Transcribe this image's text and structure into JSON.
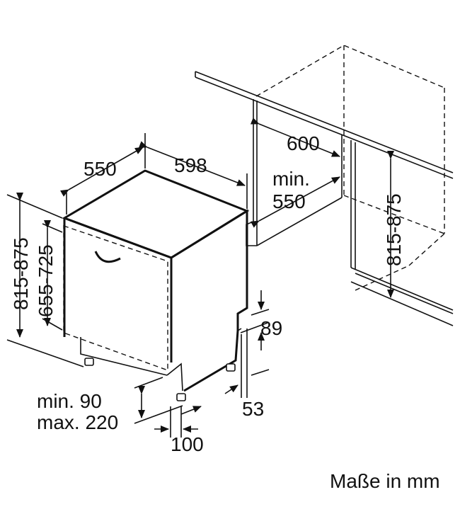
{
  "dimensions": {
    "depth": "550",
    "width": "598",
    "niche_width": "600",
    "niche_depth_line1": "min.",
    "niche_depth_line2": "550",
    "total_height": "815-875",
    "body_height": "655-725",
    "niche_height": "815-875",
    "plinth_top": "89",
    "plinth_bottom": "53",
    "foot_line1": "min. 90",
    "foot_line2": "max. 220",
    "foot_offset": "100"
  },
  "unit_note": "Maße in mm"
}
